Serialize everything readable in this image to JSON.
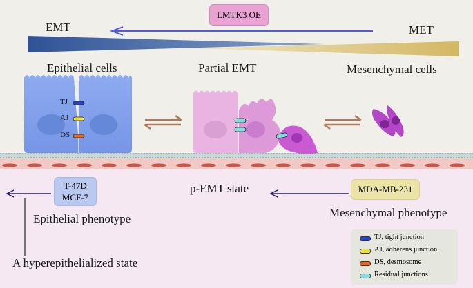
{
  "top": {
    "lmtk3_label": "LMTK3 OE",
    "emt_label": "EMT",
    "met_label": "MET"
  },
  "cells": {
    "epithelial": "Epithelial cells",
    "partial": "Partial EMT",
    "mesenchymal": "Mesenchymal cells",
    "tj": "TJ",
    "aj": "AJ",
    "ds": "DS"
  },
  "bottom": {
    "epithelial_lines": [
      "T-47D",
      "MCF-7"
    ],
    "epithelial_phenotype": "Epithelial phenotype",
    "hyper_state": "A hyperepithelialized state",
    "pemt_state": "p-EMT state",
    "mda_line": "MDA-MB-231",
    "mesenchymal_phenotype": "Mesenchymal phenotype"
  },
  "legend": {
    "tj": "TJ, tight junction",
    "aj": "AJ, adherens junction",
    "ds": "DS, desmosome",
    "residual": "Residual junctions"
  },
  "colors": {
    "tj": "#2b3fc9",
    "aj": "#f0e030",
    "ds": "#e8651c",
    "residual": "#7fe0de",
    "arrow_blue": "#4b5bf0",
    "emt_wedge": "#3c5fa0",
    "met_wedge": "#d9bf72",
    "dark_arrow": "#2a1a6a"
  }
}
